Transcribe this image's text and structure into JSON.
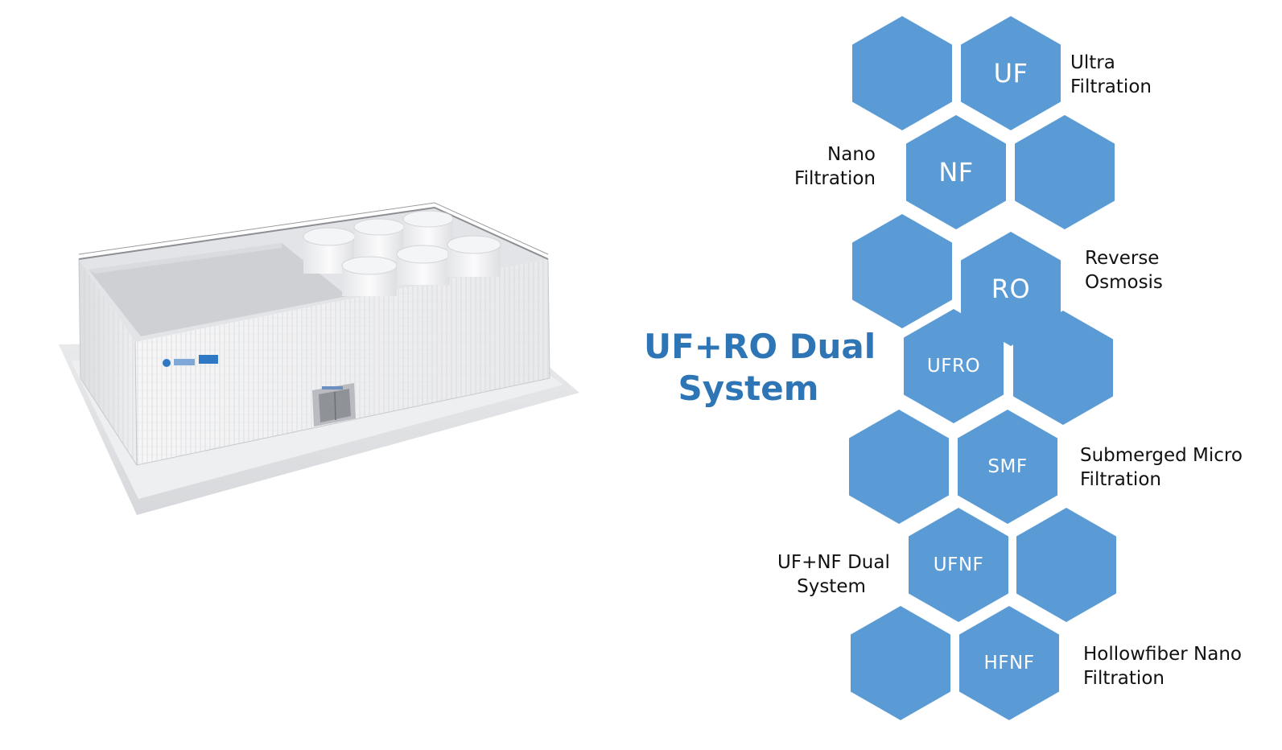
{
  "colors": {
    "hex_fill": "#5b9bd5",
    "title_blue": "#2e75b6",
    "caption_text": "#111111",
    "hex_text": "#ffffff"
  },
  "hexagons": {
    "uf": "UF",
    "nf": "NF",
    "ro": "RO",
    "ufro": "UFRO",
    "smf": "SMF",
    "ufnf": "UFNF",
    "hfnf": "HFNF"
  },
  "captions": {
    "ultra_filtration": [
      "Ultra",
      "Filtration"
    ],
    "nano_filtration": [
      "Nano",
      "Filtration"
    ],
    "reverse_osmosis": [
      "Reverse",
      "Osmosis"
    ],
    "submerged_micro_filtration": [
      "Submerged Micro",
      "Filtration"
    ],
    "ufnf_dual_system": [
      "UF+NF Dual",
      "System"
    ],
    "hollowfiber_nano_filtration": [
      "Hollowfiber Nano",
      "Filtration"
    ]
  },
  "title": [
    "UF+RO Dual",
    "System"
  ]
}
